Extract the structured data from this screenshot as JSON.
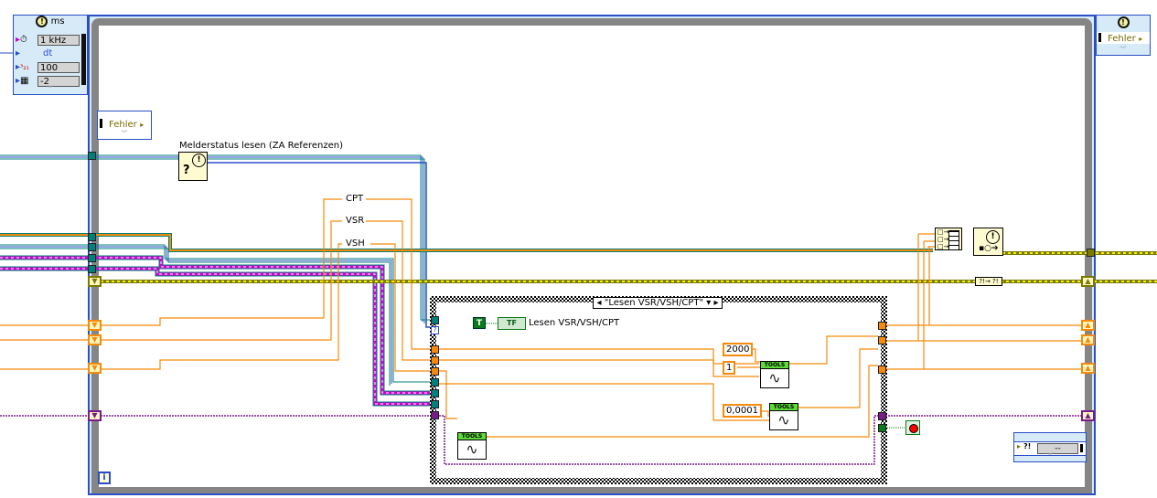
{
  "timed_loop_input": {
    "unit": "ms",
    "rows": [
      {
        "icon": "timing-source-icon",
        "value": "1 kHz"
      },
      {
        "icon": "dt-icon",
        "value": "dt"
      },
      {
        "icon": "priority-icon",
        "value": "100"
      },
      {
        "icon": "processor-icon",
        "value": "-2"
      }
    ]
  },
  "timed_loop_output": {
    "error_label": "Fehler"
  },
  "left_error_node": {
    "label": "Fehler"
  },
  "subvi_label": "Melderstatus lesen (ZA Referenzen)",
  "wire_labels": [
    "CPT",
    "VSR",
    "VSH"
  ],
  "case_structure": {
    "selector": "\"Lesen VSR/VSH/CPT\"",
    "bool_const": "T",
    "bool_indicator": "TF",
    "indicator_label": "Lesen VSR/VSH/CPT"
  },
  "constants": {
    "c1": "2000",
    "c2": "1",
    "c3": "0,0001"
  },
  "tools_label": "TOOLS",
  "error_cluster_indicator": {
    "value": "--",
    "icon": "?!"
  },
  "info_icon": "i",
  "colors": {
    "loop_border": "#2a4ec8",
    "loop_frame": "#858585",
    "numeric_wire": "#f58a0b",
    "reference_wire": "#00807a",
    "string_wire": "#d400d4",
    "error_wire": "#7a7a00",
    "purple_wire": "#7a1b8a"
  }
}
